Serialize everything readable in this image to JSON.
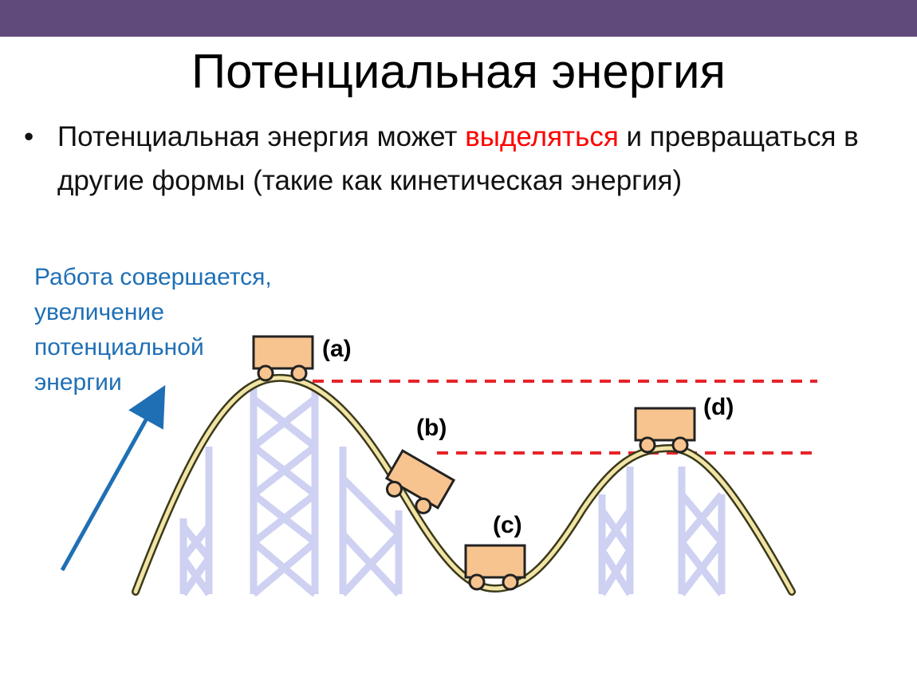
{
  "slide": {
    "title": "Потенциальная энергия",
    "bullet": {
      "marker": "•",
      "text_before": "Потенциальная энергия может ",
      "highlight": "выделяться",
      "text_after": " и превращаться в другие формы (такие как кинетическая энергия)"
    },
    "caption_lines": [
      "Работа совершается,",
      "увеличение",
      "потенциальной",
      "энергии"
    ]
  },
  "diagram": {
    "cars": [
      {
        "label": "(a)"
      },
      {
        "label": "(b)"
      },
      {
        "label": "(c)"
      },
      {
        "label": "(d)"
      }
    ]
  },
  "colors": {
    "header_bar": "#604a7b",
    "highlight": "#ff0000",
    "caption": "#1f6fb5",
    "arrow": "#1f6fb5",
    "track": "#f2e4a6",
    "track_outline": "#3a3a1a",
    "car_body": "#f7c48f",
    "car_outline": "#222222",
    "dashed_line": "#e8232a",
    "scaffold": "#c9cdf0"
  }
}
